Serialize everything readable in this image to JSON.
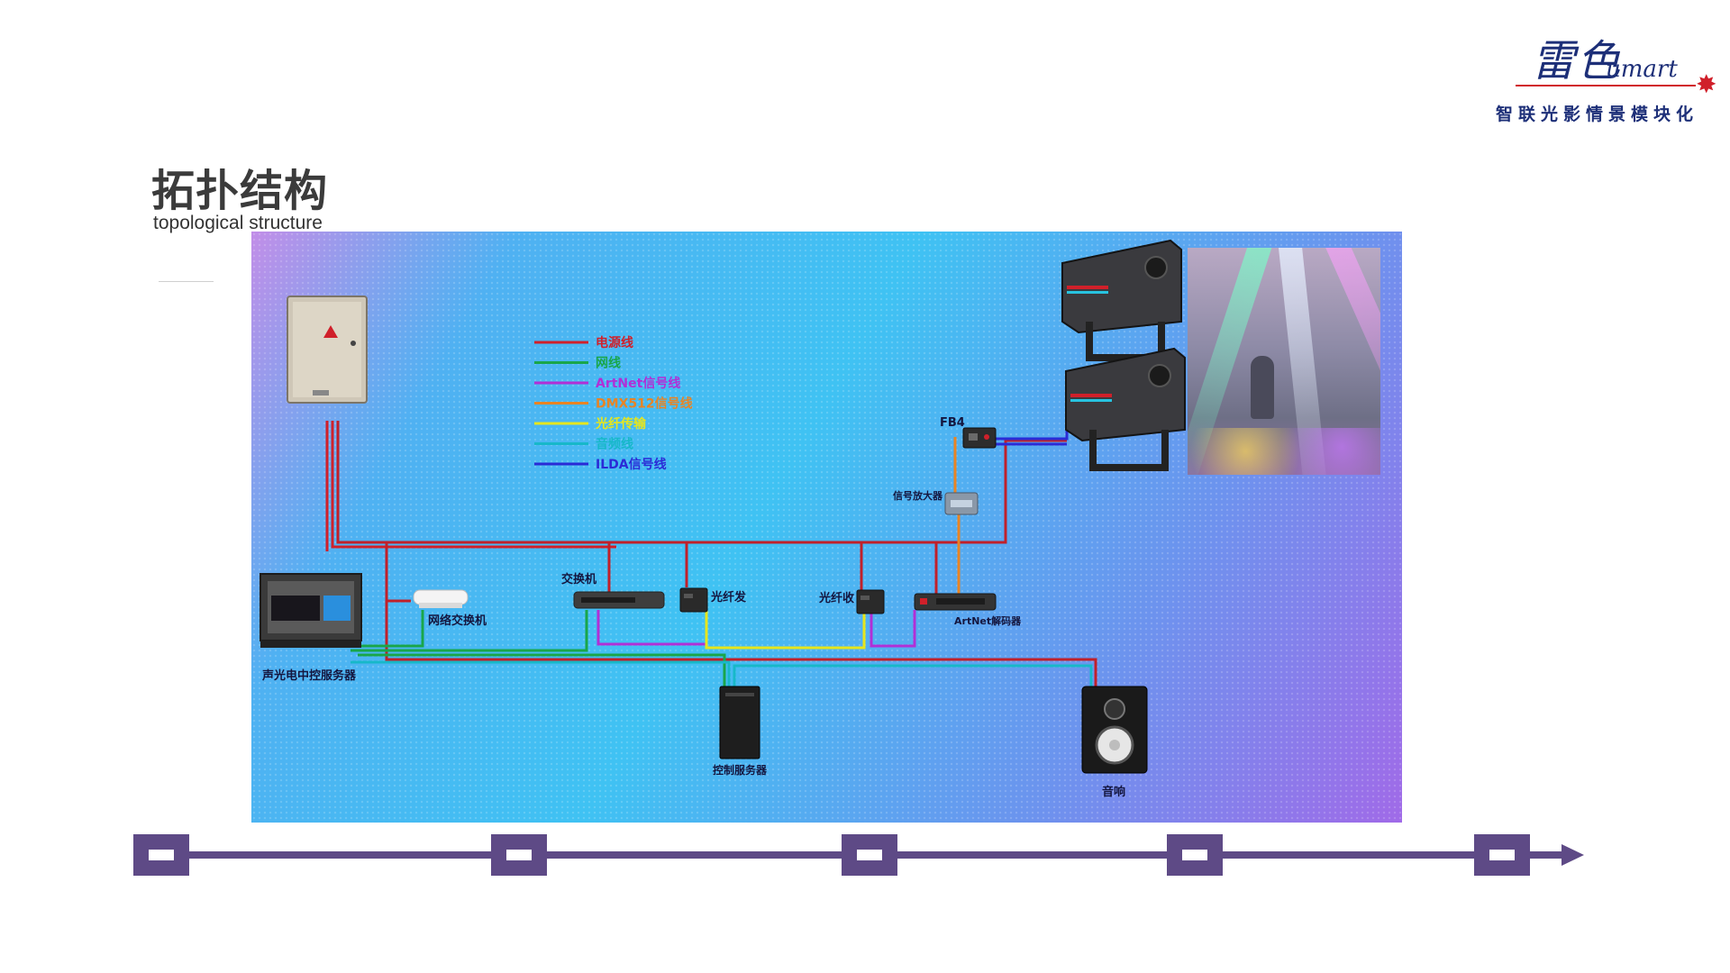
{
  "logo": {
    "name": "雷色",
    "script": "umart",
    "slogan": "智联光影情景模块化",
    "colors": {
      "navy": "#1d2f78",
      "red": "#d0202a"
    }
  },
  "title": {
    "zh": "拓扑结构",
    "en": "topological structure"
  },
  "legend": [
    {
      "label": "电源线",
      "color": "#d0202a"
    },
    {
      "label": "网线",
      "color": "#19a64a"
    },
    {
      "label": "ArtNet信号线",
      "color": "#b12fd6"
    },
    {
      "label": "DMX512信号线",
      "color": "#e88424"
    },
    {
      "label": "光纤传输",
      "color": "#e6e61c"
    },
    {
      "label": "音频线",
      "color": "#17b8c9"
    },
    {
      "label": "ILDA信号线",
      "color": "#2b2bd6"
    }
  ],
  "nodes": {
    "fb4": "FB4",
    "amplifier": "信号放大器",
    "switch": "交换机",
    "fiber_tx": "光纤发",
    "fiber_rx": "光纤收",
    "decoder": "ArtNet解码器",
    "router": "网络交换机",
    "av_server": "声光电中控服务器",
    "control_server": "控制服务器",
    "speaker": "音响"
  },
  "timeline": {
    "milestones": 5,
    "color": "#5e4a86"
  }
}
